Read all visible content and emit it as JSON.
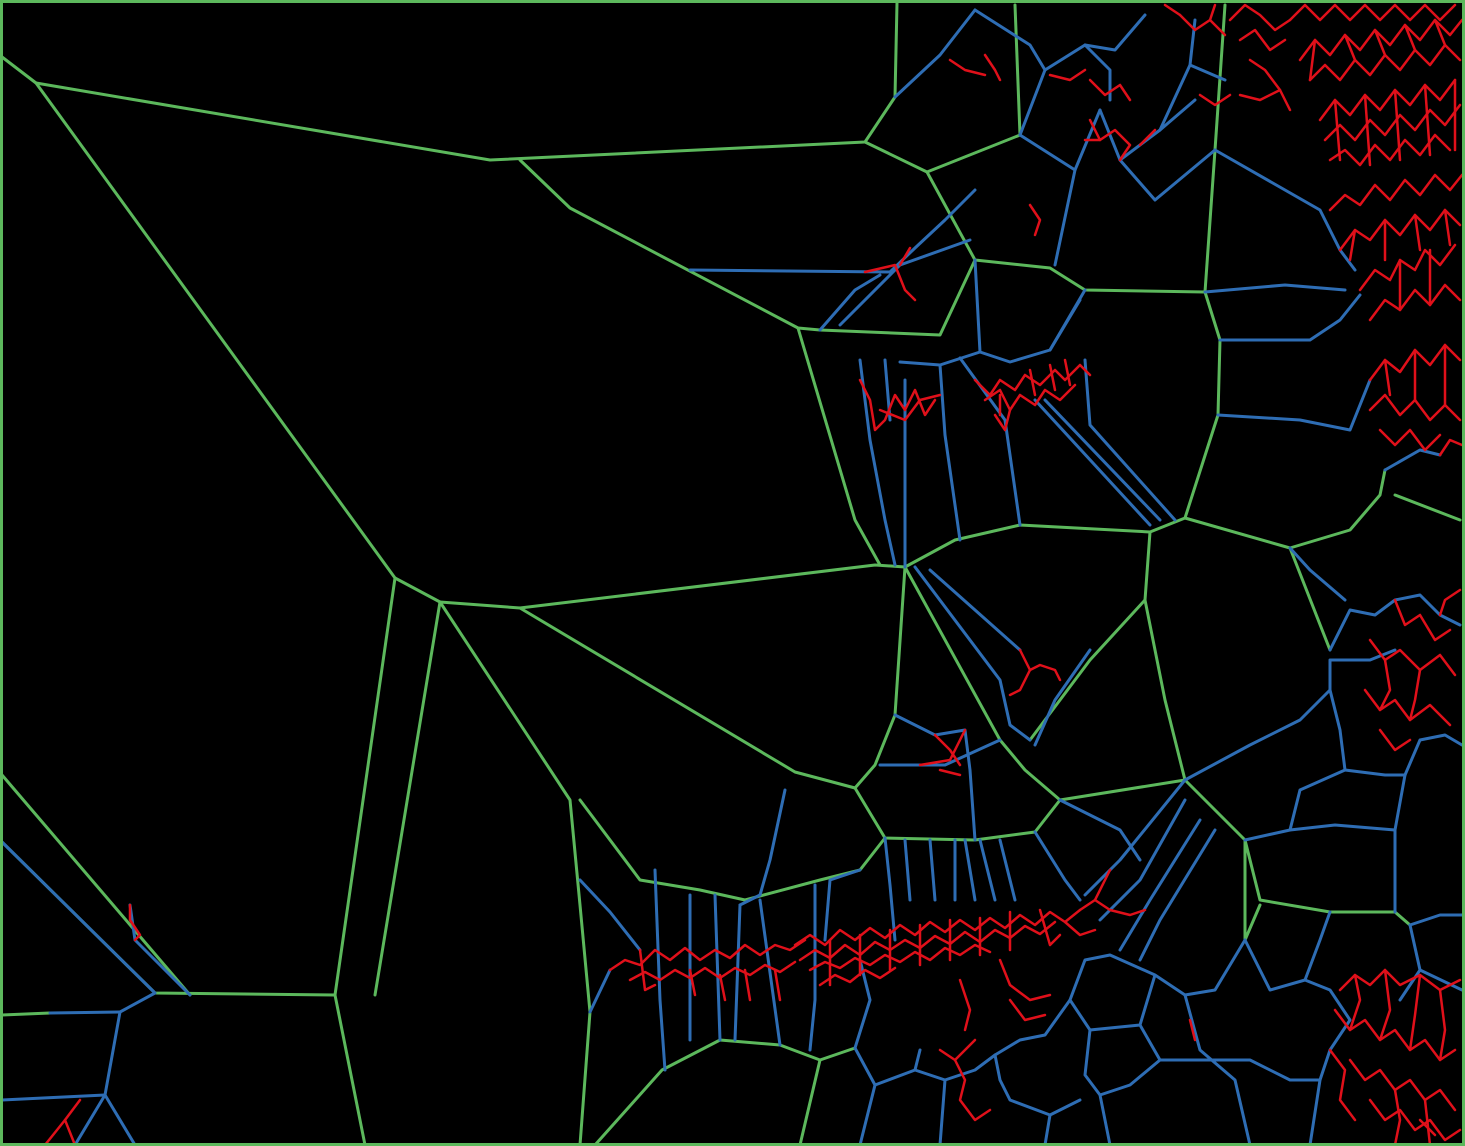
{
  "diagram": {
    "kind": "voronoi-tessellation",
    "background_color": "#000000",
    "edge_classes": [
      {
        "key": "long",
        "color": "#5cb85c"
      },
      {
        "key": "medium",
        "color": "#2e6db4"
      },
      {
        "key": "short",
        "color": "#e0101a"
      }
    ],
    "has_frame": true,
    "text_labels": []
  }
}
